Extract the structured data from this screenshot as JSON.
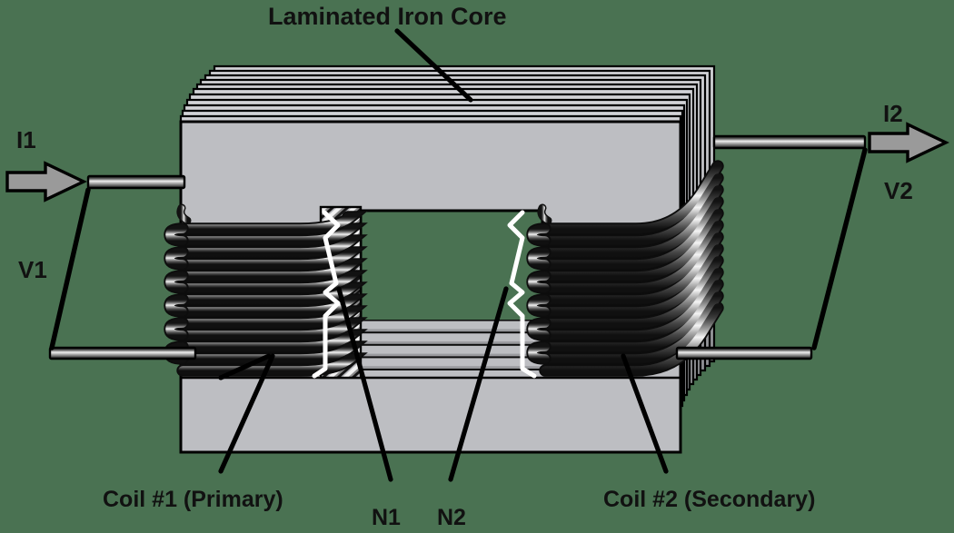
{
  "diagram": {
    "type": "transformer-cutaway",
    "subject": "Two-winding iron-core transformer",
    "background_color": "#4a7252"
  },
  "labels": {
    "title": "Laminated Iron Core",
    "primary_coil": "Coil #1 (Primary)",
    "secondary_coil": "Coil #2 (Secondary)",
    "turns_primary": "N1",
    "turns_secondary": "N2",
    "current_in": "I1",
    "current_out": "I2",
    "voltage_in": "V1",
    "voltage_out": "V2"
  },
  "colors": {
    "core_face": "#bdbec2",
    "core_lamination_light": "#c8c9cd",
    "core_lamination_dark": "#8e8f93",
    "wire_highlight": "#f2f2f2",
    "wire_mid": "#8a8a8a",
    "wire_dark": "#1a1a1a",
    "outline": "#000000",
    "arrow_fill": "#9a9a9a",
    "leader_line": "#000000",
    "bracket": "#ffffff",
    "background": "#4a7252"
  },
  "geometry": {
    "core_lamination_count": 11,
    "primary_turns_drawn": 13,
    "secondary_turns_drawn": 13,
    "window_open": true
  },
  "icons": {
    "current_arrow": "right-arrow-icon"
  }
}
